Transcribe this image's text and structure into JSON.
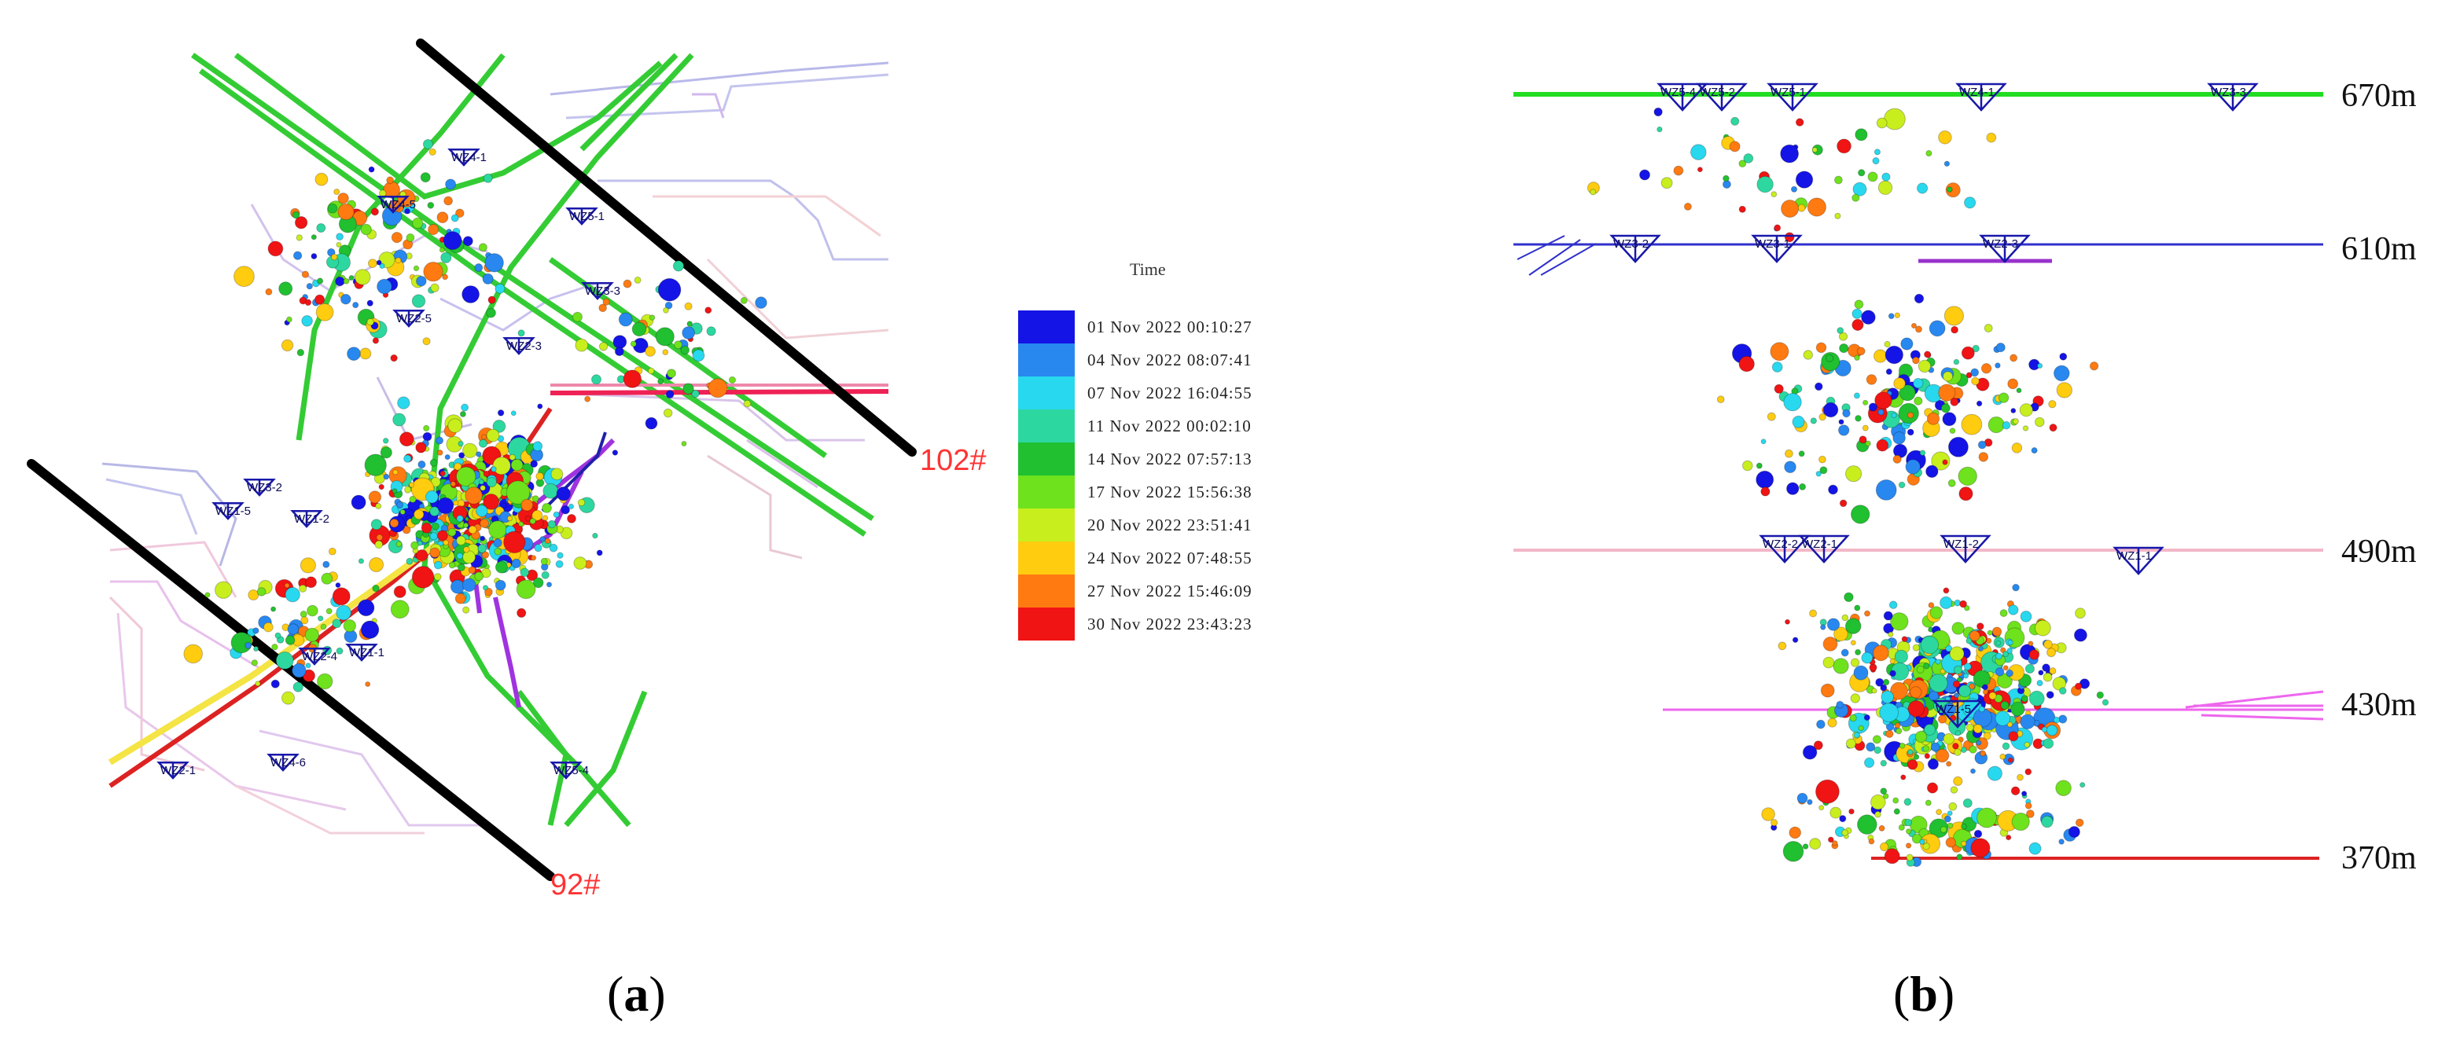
{
  "legend": {
    "title": "Time",
    "items": [
      {
        "label": "01  Nov  2022   00:10:27",
        "color": "#1414e6"
      },
      {
        "label": "04  Nov  2022   08:07:41",
        "color": "#2888f0"
      },
      {
        "label": "07  Nov  2022   16:04:55",
        "color": "#28d8ee"
      },
      {
        "label": "11  Nov  2022   00:02:10",
        "color": "#2cd8a0"
      },
      {
        "label": "14  Nov  2022   07:57:13",
        "color": "#20c030"
      },
      {
        "label": "17  Nov  2022   15:56:38",
        "color": "#6ee21c"
      },
      {
        "label": "20  Nov  2022   23:51:41",
        "color": "#c8ee1e"
      },
      {
        "label": "24  Nov  2022   07:48:55",
        "color": "#ffcc10"
      },
      {
        "label": "27  Nov  2022   15:46:09",
        "color": "#ff7a10"
      },
      {
        "label": "30  Nov  2022   23:43:23",
        "color": "#f01414"
      }
    ]
  },
  "panel_a": {
    "label": "a",
    "line_labels": [
      "102#",
      "92#"
    ],
    "station_labels": [
      "WZ4-1",
      "WZ4-5",
      "WZ5-1",
      "WZ3-3",
      "WZ2-3",
      "WZ2-5",
      "WZ3-2",
      "WZ1-5",
      "WZ1-2",
      "WZ2-4",
      "WZ1-1",
      "WZ4-6",
      "WZ5-4",
      "WZ2-1"
    ]
  },
  "panel_b": {
    "label": "b",
    "levels": [
      {
        "label": "670m",
        "color": "#22dd22"
      },
      {
        "label": "610m",
        "color": "#3030cc"
      },
      {
        "label": "490m",
        "color": "#f2b8c8"
      },
      {
        "label": "430m",
        "color": "#ee66ee"
      },
      {
        "label": "370m",
        "color": "#dd2222"
      }
    ],
    "station_labels": [
      "WZ5-4",
      "WZ5-2",
      "WZ5-1",
      "WZ4-1",
      "WZ3-3",
      "WZ3-2",
      "WZ3-1",
      "WZ2-3",
      "WZ2-2",
      "WZ2-1",
      "WZ1-2",
      "WZ1-1",
      "WZ1-5"
    ]
  }
}
